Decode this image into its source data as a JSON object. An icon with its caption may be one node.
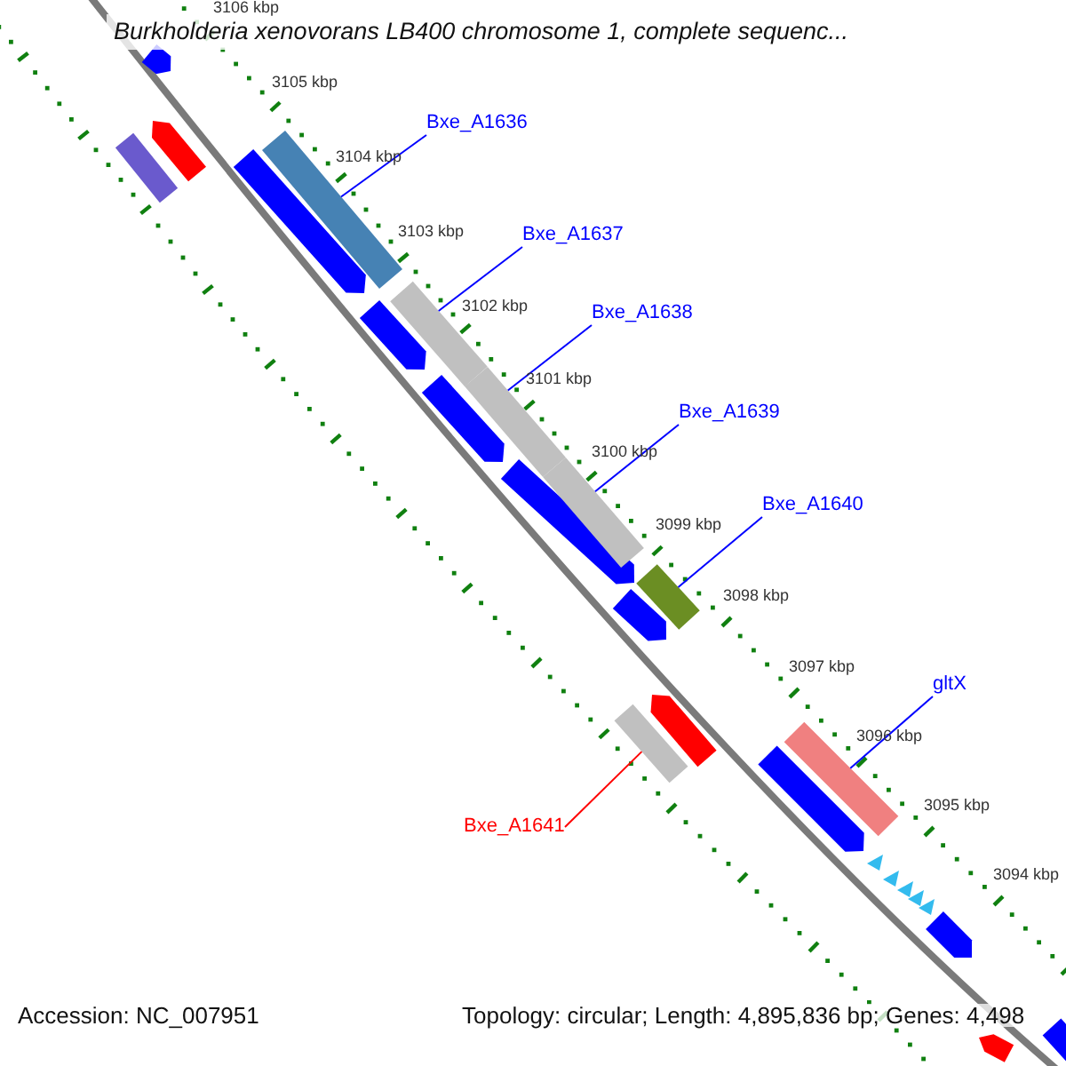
{
  "diagram": {
    "title": "Burkholderia xenovorans LB400 chromosome 1, complete sequenc...",
    "nodes": [
      {
        "text": [
          "Bxe_A1636"
        ]
      },
      {
        "text": [
          "Bxe_A1637"
        ]
      },
      {
        "text": [
          "Bxe_A1638"
        ]
      },
      {
        "text": [
          "Bxe_A1639"
        ]
      },
      {
        "text": [
          "Bxe_A1640"
        ]
      },
      {
        "text": [
          "gltX"
        ]
      },
      {
        "text": [
          "Bxe_A1641"
        ]
      },
      {
        "text": [],
        "shape": "pentagon"
      },
      {
        "text": [],
        "shape": "pentagon"
      },
      {
        "text": [],
        "shape": "bar"
      },
      {
        "text": [],
        "shape": "pentagon"
      },
      {
        "text": [],
        "shape": "bar"
      },
      {
        "text": [],
        "shape": "pentagon"
      },
      {
        "text": [],
        "shape": "pentagon"
      },
      {
        "text": [],
        "shape": "pentagon"
      },
      {
        "text": [],
        "shape": "pentagon"
      },
      {
        "text": [],
        "shape": "bar"
      },
      {
        "text": [],
        "shape": "bar"
      },
      {
        "text": [],
        "shape": "bar"
      },
      {
        "text": [],
        "shape": "bar"
      },
      {
        "text": [],
        "shape": "bar"
      },
      {
        "text": [],
        "shape": "pentagon"
      },
      {
        "text": [],
        "shape": "bar"
      },
      {
        "text": [],
        "shape": "pentagon"
      },
      {
        "text": [],
        "shape": "pentagon"
      },
      {
        "text": [],
        "shape": "pentagon"
      },
      {
        "text": [],
        "shape": "pentagon"
      },
      {
        "text": [],
        "shape": "triangle"
      },
      {
        "text": [],
        "shape": "triangle"
      },
      {
        "text": [],
        "shape": "triangle"
      },
      {
        "text": [],
        "shape": "triangle"
      },
      {
        "text": [],
        "shape": "triangle"
      }
    ],
    "edges": [
      {
        "from": 0,
        "to": 11,
        "arrow": "none"
      },
      {
        "from": 1,
        "to": 16,
        "arrow": "none"
      },
      {
        "from": 2,
        "to": 17,
        "arrow": "none"
      },
      {
        "from": 3,
        "to": 18,
        "arrow": "none"
      },
      {
        "from": 4,
        "to": 19,
        "arrow": "none"
      },
      {
        "from": 5,
        "to": 22,
        "arrow": "none"
      },
      {
        "from": 6,
        "to": 20,
        "arrow": "none",
        "color": "#ff0000"
      }
    ],
    "labels": [
      "3106 kbp",
      "3105 kbp",
      "3104 kbp",
      "3103 kbp",
      "3102 kbp",
      "3101 kbp",
      "3100 kbp",
      "3099 kbp",
      "3098 kbp",
      "3097 kbp",
      "3096 kbp",
      "3095 kbp",
      "3094 kbp",
      "Accession: NC_007951",
      "Topology: circular; Length: 4,895,836 bp; Genes: 4,498"
    ]
  }
}
